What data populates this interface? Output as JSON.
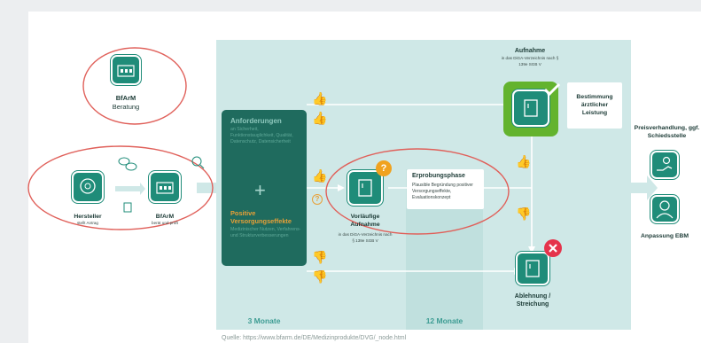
{
  "bfarm_beratung": {
    "name": "BfArM",
    "sub": "Beratung"
  },
  "hersteller": {
    "name": "Hersteller",
    "sub": "stellt Antrag"
  },
  "bfarm_pruef": {
    "name": "BfArM",
    "sub": "berät und prüft"
  },
  "anforderungen": {
    "title": "Anforderungen",
    "body": "an Sicherheit, Funktionstauglichkeit, Qualität, Datenschutz, Datensicherheit",
    "plus": "+",
    "effects_title": "Positive Versorgungseffekte",
    "effects_body": "Medizinischer Nutzen, Verfahrens- und Strukturverbesserungen"
  },
  "vorlaeufig": {
    "name": "Vorläufige Aufnahme",
    "sub": "in das DiGA-Verzeichnis nach § 139e SGB V"
  },
  "erprobung": {
    "title": "Erprobungsphase",
    "body": "Plausible Begründung positiver Versorgungseffekte, Evaluationskonzept"
  },
  "aufnahme": {
    "name": "Aufnahme",
    "sub": "in das DiGA-Verzeichnis nach § 139e SGB V"
  },
  "bestimmung": {
    "text": "Bestimmung ärztlicher Leistung"
  },
  "ablehnung": {
    "name": "Ablehnung / Streichung"
  },
  "preis": {
    "title": "Preisverhandlung, ggf. Schiedsstelle"
  },
  "anpassung": {
    "name": "Anpassung EBM"
  },
  "phases": {
    "p1": "3 Monate",
    "p2": "12 Monate"
  },
  "question_mark": "?",
  "badge_q": "?",
  "caption": "Quelle: https://www.bfarm.de/DE/Medizinprodukte/DVG/_node.html",
  "colors": {
    "teal": "#1f8c79",
    "dark_teal": "#1f6b5e",
    "green": "#63b32e",
    "orange": "#e8a037",
    "red": "#e5334b",
    "circle": "#e0605a"
  }
}
